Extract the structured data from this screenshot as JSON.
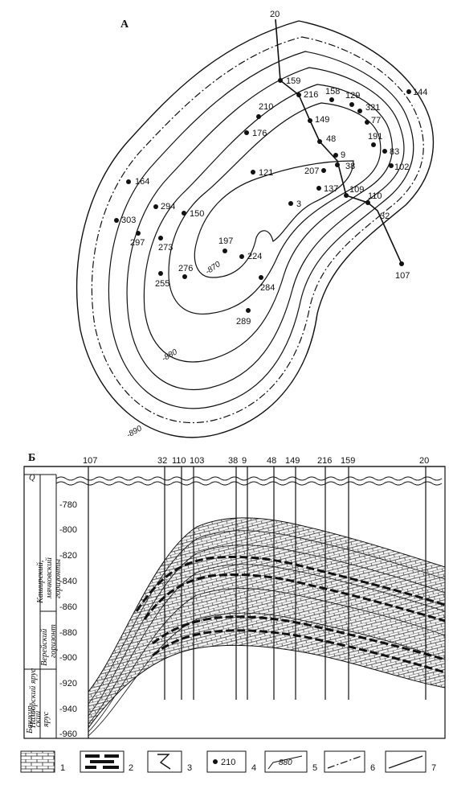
{
  "panel_a_label": "А",
  "panel_b_label": "Б",
  "wells": [
    {
      "id": "20"
    },
    {
      "id": "159"
    },
    {
      "id": "216"
    },
    {
      "id": "158"
    },
    {
      "id": "129"
    },
    {
      "id": "144"
    },
    {
      "id": "321"
    },
    {
      "id": "210"
    },
    {
      "id": "149"
    },
    {
      "id": "77"
    },
    {
      "id": "176"
    },
    {
      "id": "48"
    },
    {
      "id": "191"
    },
    {
      "id": "83"
    },
    {
      "id": "9"
    },
    {
      "id": "207"
    },
    {
      "id": "38"
    },
    {
      "id": "102"
    },
    {
      "id": "121"
    },
    {
      "id": "137"
    },
    {
      "id": "164"
    },
    {
      "id": "109"
    },
    {
      "id": "110"
    },
    {
      "id": "3"
    },
    {
      "id": "294"
    },
    {
      "id": "150"
    },
    {
      "id": "32"
    },
    {
      "id": "303"
    },
    {
      "id": "297"
    },
    {
      "id": "273"
    },
    {
      "id": "197"
    },
    {
      "id": "224"
    },
    {
      "id": "107"
    },
    {
      "id": "276"
    },
    {
      "id": "255"
    },
    {
      "id": "284"
    },
    {
      "id": "289"
    }
  ],
  "isolines": [
    "-870",
    "-880",
    "-890"
  ],
  "section": {
    "well_labels": [
      "107",
      "32",
      "110",
      "103",
      "38",
      "9",
      "48",
      "149",
      "216",
      "159",
      "20"
    ],
    "quaternary": "Q",
    "depth_ticks": [
      "-780",
      "-800",
      "-820",
      "-840",
      "-860",
      "-880",
      "-900",
      "-920",
      "-940",
      "-960"
    ],
    "strat_stage": "Намюрский ярус",
    "strat_bashkir": [
      "Башкир-",
      "ский",
      "ярус"
    ],
    "strat_vereya": [
      "Верейский",
      "горизонт"
    ],
    "strat_kashira": [
      "Каширский,",
      "мячковский",
      "горизонты"
    ]
  },
  "legend": {
    "numbers": [
      "1",
      "2",
      "3",
      "4",
      "5",
      "6",
      "7"
    ],
    "sample_well": "210",
    "sample_isoline": "880"
  }
}
